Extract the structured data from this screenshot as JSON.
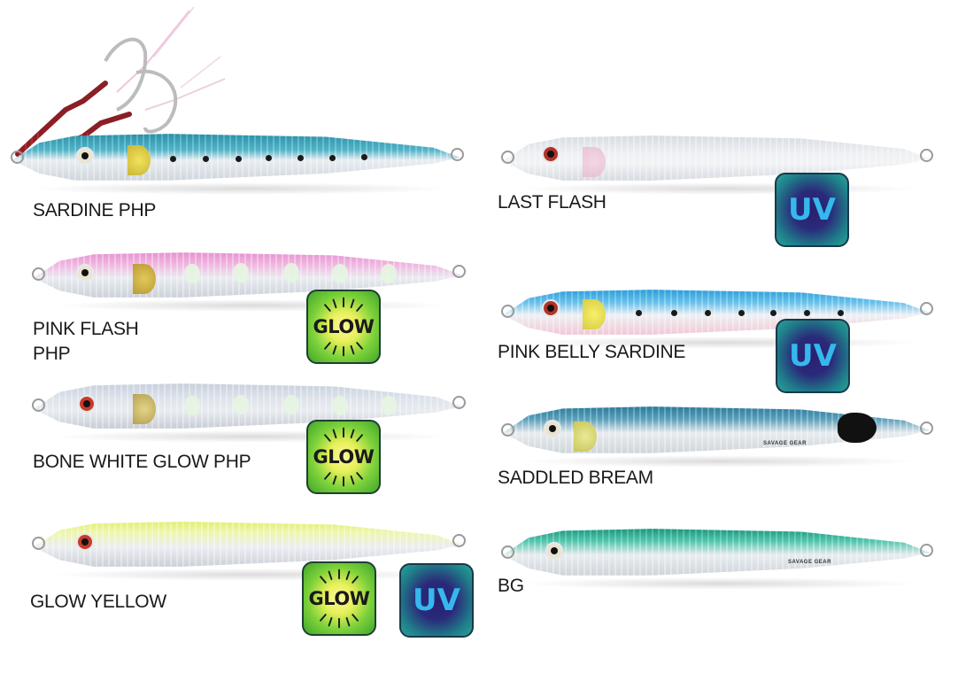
{
  "product_sheet": {
    "lures": [
      {
        "id": "sardine-php",
        "label": "SARDINE PHP",
        "back_color": "#3f9fb5",
        "belly_color": "#d8dde2",
        "badges": [],
        "has_assist_hook": true
      },
      {
        "id": "last-flash",
        "label": "LAST FLASH",
        "back_color": "#dfe2e6",
        "belly_color": "#eef0f2",
        "badges": [
          "UV"
        ]
      },
      {
        "id": "pink-flash-php",
        "label_line1": "PINK FLASH",
        "label_line2": "PHP",
        "back_color": "#e59ad0",
        "belly_color": "#d9dde3",
        "badges": [
          "GLOW"
        ]
      },
      {
        "id": "pink-belly-sardine",
        "label": "PINK BELLY SARDINE",
        "back_color": "#45a8de",
        "belly_color": "#f1c7d3",
        "badges": [
          "UV"
        ]
      },
      {
        "id": "bone-white-glow-php",
        "label": "BONE WHITE GLOW PHP",
        "back_color": "#cfd6e0",
        "belly_color": "#dfe3e8",
        "badges": [
          "GLOW"
        ]
      },
      {
        "id": "saddled-bream",
        "label": "SADDLED BREAM",
        "back_color": "#3f7f98",
        "belly_color": "#e4e8eb",
        "badges": [],
        "brand_mark": "SAVAGE GEAR"
      },
      {
        "id": "glow-yellow",
        "label": "GLOW YELLOW",
        "back_color": "#e6f27a",
        "belly_color": "#e3e6ea",
        "badges": [
          "GLOW",
          "UV"
        ]
      },
      {
        "id": "bg",
        "label": "BG",
        "back_color": "#3fb39a",
        "belly_color": "#e6e8ea",
        "badges": [],
        "brand_mark": "SAVAGE GEAR"
      }
    ],
    "badge_text": {
      "glow": "GLOW",
      "uv": "UV"
    },
    "colors": {
      "glow_green": "#4caf2e",
      "glow_yellow": "#f4f06a",
      "uv_teal": "#2aa39a",
      "uv_navy": "#2a1f6e",
      "uv_text": "#35b8ee"
    }
  }
}
